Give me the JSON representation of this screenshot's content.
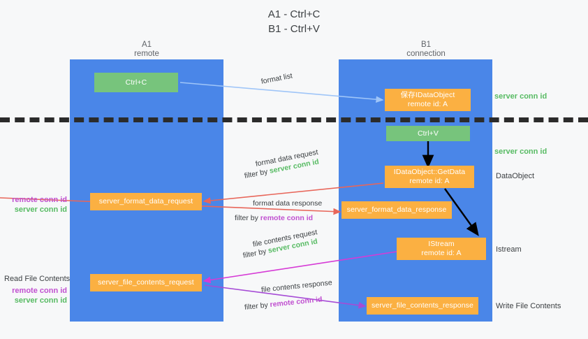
{
  "title": {
    "line1": "A1 - Ctrl+C",
    "line2": "B1 - Ctrl+V"
  },
  "lanes": [
    {
      "id": "a1",
      "name": "A1",
      "sub": "remote"
    },
    {
      "id": "b1",
      "name": "B1",
      "sub": "connection"
    }
  ],
  "boxes": {
    "ctrl_c": {
      "label": "Ctrl+C"
    },
    "ctrl_v": {
      "label": "Ctrl+V"
    },
    "data_object_remote": {
      "line1": "保存IDataObject",
      "line2": "remote id: A"
    },
    "getdata": {
      "line1": "IDataObject::GetData",
      "line2": "remote id: A"
    },
    "istream": {
      "line1": "IStream",
      "line2": "remote id: A"
    },
    "server_format_data_request": {
      "label": "server_format_data_request"
    },
    "server_format_data_response": {
      "label": "server_format_data_response"
    },
    "server_file_contents_request": {
      "label": "server_file_contents_request"
    },
    "server_file_contents_response": {
      "label": "server_file_contents_response"
    }
  },
  "right_labels": {
    "server_conn_id_top": "server conn id",
    "server_conn_id_mid": "server conn id",
    "data_object": "DataObject",
    "istream": "Istream",
    "write_file_contents": "Write File Contents"
  },
  "left_labels": {
    "remote_conn_id_1": "remote conn id",
    "server_conn_id_1": "server conn id",
    "read_file_contents": "Read File Contents",
    "remote_conn_id_2": "remote conn id",
    "server_conn_id_2": "server conn id"
  },
  "captions": {
    "format_list": "format list",
    "format_data_request": "format data request",
    "format_data_request_filter_prefix": "filter by ",
    "format_data_request_filter_value": "server conn id",
    "format_data_response": "format data response",
    "format_data_response_filter_prefix": "filter by ",
    "format_data_response_filter_value": "remote conn id",
    "file_contents_request": "file contents request",
    "file_contents_request_filter_prefix": "filter by ",
    "file_contents_request_filter_value": "server conn id",
    "file_contents_response": "file contents response",
    "file_contents_response_filter_prefix": "filter by ",
    "file_contents_response_filter_value": "remote conn id"
  },
  "colors": {
    "lane": "#4a86e8",
    "green_box": "#77c47c",
    "orange_box": "#fbb042",
    "green_text": "#57bb63",
    "purple_text": "#c050d0",
    "arrow_blue": "#9fc5f8",
    "arrow_red": "#e8665a",
    "arrow_magenta": "#d63bd6",
    "arrow_purple": "#a64bd6",
    "arrow_black": "#000000",
    "divider": "#2b2b2b",
    "background": "#f7f8f9"
  }
}
